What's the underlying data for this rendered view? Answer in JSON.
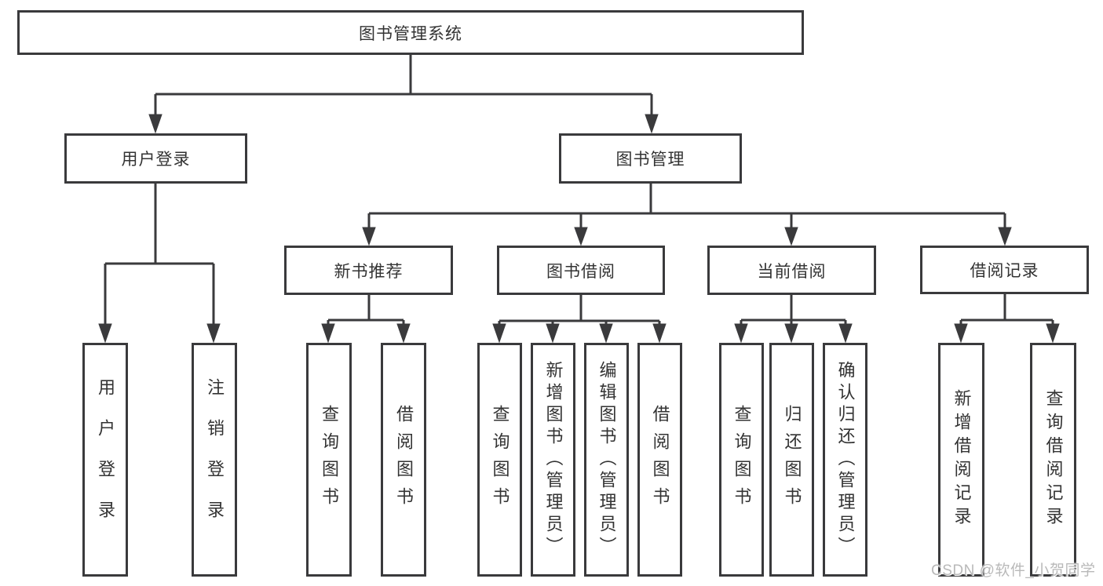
{
  "colors": {
    "line": "#3a3a3c",
    "text": "#333333",
    "watermark": "#b9b9b9",
    "background": "#ffffff"
  },
  "watermark": {
    "text": "CSDN @软件_小贺同学"
  },
  "tree": {
    "label": "图书管理系统",
    "children": [
      {
        "label": "用户登录",
        "children": [
          {
            "label": "用户登录"
          },
          {
            "label": "注销登录"
          }
        ]
      },
      {
        "label": "图书管理",
        "children": [
          {
            "label": "新书推荐",
            "children": [
              {
                "label": "查询图书"
              },
              {
                "label": "借阅图书"
              }
            ]
          },
          {
            "label": "图书借阅",
            "children": [
              {
                "label": "查询图书"
              },
              {
                "label": "新增图书（管理员）"
              },
              {
                "label": "编辑图书（管理员）"
              },
              {
                "label": "借阅图书"
              }
            ]
          },
          {
            "label": "当前借阅",
            "children": [
              {
                "label": "查询图书"
              },
              {
                "label": "归还图书"
              },
              {
                "label": "确认归还（管理员）"
              }
            ]
          },
          {
            "label": "借阅记录",
            "children": [
              {
                "label": "新增借阅记录"
              },
              {
                "label": "查询借阅记录"
              }
            ]
          }
        ]
      }
    ]
  }
}
